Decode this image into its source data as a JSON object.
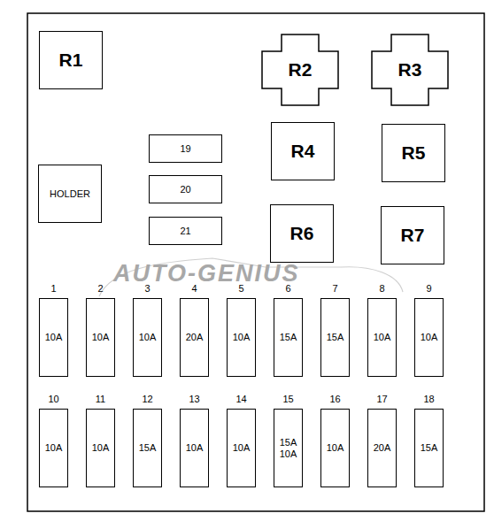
{
  "diagram": {
    "nodes": [
      {
        "text": [
          "R1"
        ]
      },
      {
        "text": [
          "R2"
        ]
      },
      {
        "text": [
          "R3"
        ]
      },
      {
        "text": [
          "HOLDER"
        ]
      },
      {
        "text": [
          "19"
        ]
      },
      {
        "text": [
          "20"
        ]
      },
      {
        "text": [
          "21"
        ]
      },
      {
        "text": [
          "R4"
        ]
      },
      {
        "text": [
          "R5"
        ]
      },
      {
        "text": [
          "R6"
        ]
      },
      {
        "text": [
          "R7"
        ]
      },
      {
        "text": [
          "1",
          "10A"
        ]
      },
      {
        "text": [
          "2",
          "10A"
        ]
      },
      {
        "text": [
          "3",
          "10A"
        ]
      },
      {
        "text": [
          "4",
          "20A"
        ]
      },
      {
        "text": [
          "5",
          "10A"
        ]
      },
      {
        "text": [
          "6",
          "15A"
        ]
      },
      {
        "text": [
          "7",
          "15A"
        ]
      },
      {
        "text": [
          "8",
          "10A"
        ]
      },
      {
        "text": [
          "9",
          "10A"
        ]
      },
      {
        "text": [
          "10",
          "10A"
        ]
      },
      {
        "text": [
          "11",
          "10A"
        ]
      },
      {
        "text": [
          "12",
          "15A"
        ]
      },
      {
        "text": [
          "13",
          "10A"
        ]
      },
      {
        "text": [
          "14",
          "10A"
        ]
      },
      {
        "text": [
          "15",
          "15A 10A"
        ]
      },
      {
        "text": [
          "16",
          "10A"
        ]
      },
      {
        "text": [
          "17",
          "20A"
        ]
      },
      {
        "text": [
          "18",
          "15A"
        ]
      }
    ],
    "labels": [
      "AUTO-GENIUS"
    ]
  }
}
